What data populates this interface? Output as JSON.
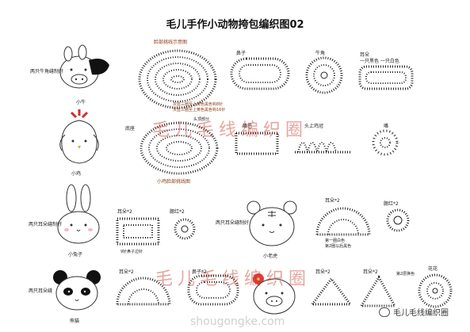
{
  "title": "毛儿手作小动物挎包编织图02",
  "left_column": {
    "cow_label": "小牛",
    "cow_note": "两只牛角缝制好",
    "chick_label": "小鸡",
    "rabbit_label": "小兔子",
    "rabbit_note": "两只耳朵缝制好",
    "panda_label": "熊猫",
    "panda_note": "两只耳朵缝"
  },
  "center_top": {
    "cow_face_title": "脸部挑线示意图",
    "cow_note1": "灰蓝三圈至上黄色黑色钩8针",
    "cow_note2": "灰蓝三圈至上黄色黑色钩16针",
    "chick_face_title": "小鸡脸部挑线图",
    "chick_side_label": "底座",
    "chick_note": "头顶部分"
  },
  "top_right": {
    "nose_label": "鼻子",
    "horn_label": "牛角",
    "ear_label": "耳朵",
    "ear_note": "一只黑色 一只白色",
    "beak_label": "嘴巴",
    "head_label": "头上鸡冠",
    "tail_label": "嘴"
  },
  "rabbit_section": {
    "ear_label": "耳朵*2",
    "cheek_label": "腮红*2",
    "note": "9针鼻子边针"
  },
  "tiger_section": {
    "label": "小老虎",
    "note": "两只耳朵缝制好",
    "ear_label": "耳朵*2",
    "cheek_label": "腮红*2",
    "ear_note1": "第一圈白色",
    "ear_note2": "第2圈以后黑色"
  },
  "bottom_row": {
    "panda_ear_label": "耳朵*2",
    "pig_nose_label": "鼻子*2",
    "pig_ear_label": "耳朵*2",
    "pig_ear2_label": "耳朵*2",
    "flower_label": "花花",
    "flower_note": "第2层换色"
  },
  "watermark": "毛儿毛线编织圈",
  "site": "shougongke.com",
  "wechat": "毛儿毛线编织圈"
}
